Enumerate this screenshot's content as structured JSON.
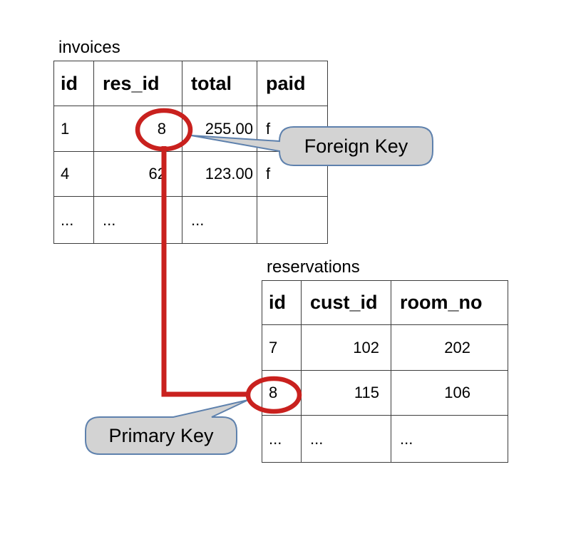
{
  "diagram": {
    "tables": [
      {
        "name": "invoices",
        "columns": [
          "id",
          "res_id",
          "total",
          "paid"
        ],
        "rows": [
          [
            "1",
            "8",
            "255.00",
            "f"
          ],
          [
            "4",
            "62",
            "123.00",
            "f"
          ],
          [
            "...",
            "...",
            "...",
            ""
          ]
        ]
      },
      {
        "name": "reservations",
        "columns": [
          "id",
          "cust_id",
          "room_no"
        ],
        "rows": [
          [
            "7",
            "102",
            "202"
          ],
          [
            "8",
            "115",
            "106"
          ],
          [
            "...",
            "...",
            "..."
          ]
        ]
      }
    ],
    "callouts": [
      {
        "label": "Foreign Key",
        "target": "invoices.res_id value 8"
      },
      {
        "label": "Primary Key",
        "target": "reservations.id value 8"
      }
    ],
    "connector": {
      "from": "invoices.res_id = 8",
      "to": "reservations.id = 8"
    },
    "colors": {
      "highlight_red": "#c9211e",
      "callout_fill": "#d3d3d3",
      "callout_border": "#5e81ad",
      "table_border": "#3d3d3d",
      "text": "#000000"
    }
  }
}
